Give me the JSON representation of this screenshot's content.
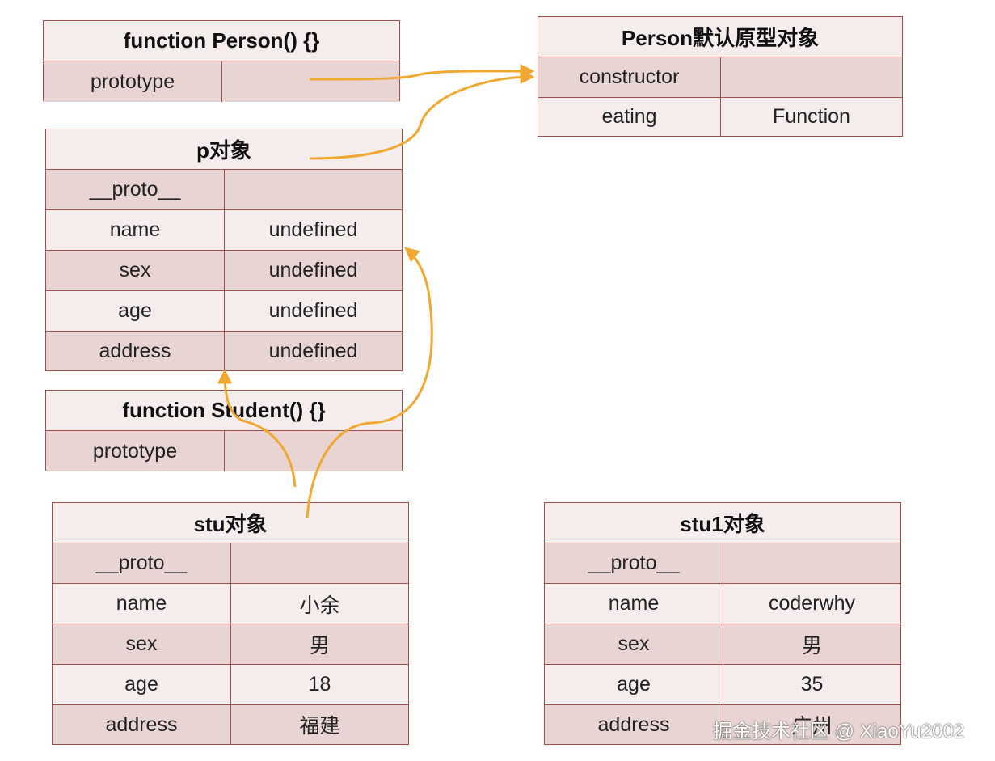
{
  "person_fn": {
    "title": "function Person() {}",
    "rows": [
      {
        "key": "prototype",
        "value": ""
      }
    ]
  },
  "person_proto": {
    "title": "Person默认原型对象",
    "rows": [
      {
        "key": "constructor",
        "value": ""
      },
      {
        "key": "eating",
        "value": "Function"
      }
    ]
  },
  "p_obj": {
    "title": "p对象",
    "rows": [
      {
        "key": "__proto__",
        "value": ""
      },
      {
        "key": "name",
        "value": "undefined"
      },
      {
        "key": "sex",
        "value": "undefined"
      },
      {
        "key": "age",
        "value": "undefined"
      },
      {
        "key": "address",
        "value": "undefined"
      }
    ]
  },
  "student_fn": {
    "title": "function Student() {}",
    "rows": [
      {
        "key": "prototype",
        "value": ""
      }
    ]
  },
  "stu_obj": {
    "title": "stu对象",
    "rows": [
      {
        "key": "__proto__",
        "value": ""
      },
      {
        "key": "name",
        "value": "小余"
      },
      {
        "key": "sex",
        "value": "男"
      },
      {
        "key": "age",
        "value": "18"
      },
      {
        "key": "address",
        "value": "福建"
      }
    ]
  },
  "stu1_obj": {
    "title": "stu1对象",
    "rows": [
      {
        "key": "__proto__",
        "value": ""
      },
      {
        "key": "name",
        "value": "coderwhy"
      },
      {
        "key": "sex",
        "value": "男"
      },
      {
        "key": "age",
        "value": "35"
      },
      {
        "key": "address",
        "value": "广州"
      }
    ]
  },
  "colors": {
    "border": "#a0504a",
    "dark_row": "#e8d4d2",
    "light_row": "#f5ecec",
    "arrow": "#f0a830"
  },
  "watermark": "掘金技术社区 @ XiaoYu2002"
}
